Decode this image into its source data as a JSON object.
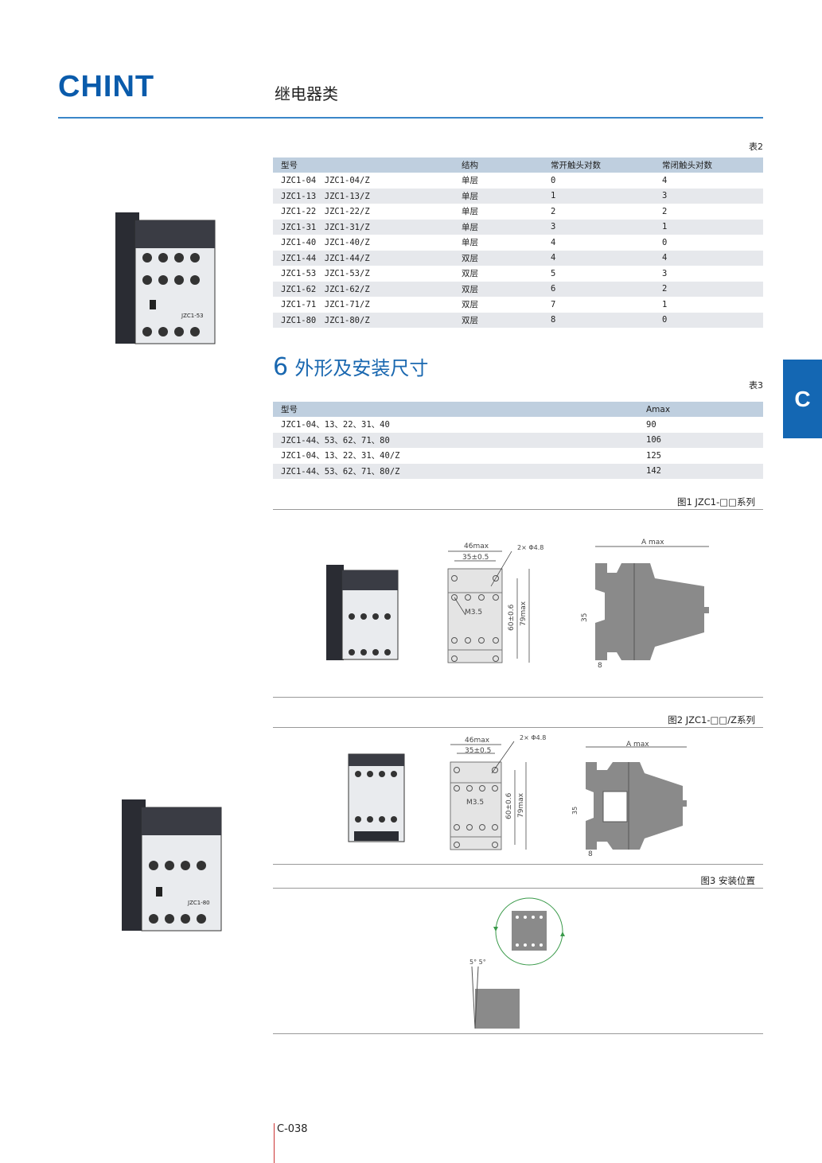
{
  "header": {
    "logo": "CHINT",
    "title": "继电器类"
  },
  "side_tab": "C",
  "table2": {
    "label": "表2",
    "headers": [
      "型号",
      "结构",
      "常开触头对数",
      "常闭触头对数"
    ],
    "rows": [
      [
        "JZC1-04　JZC1-04/Z",
        "单层",
        "0",
        "4"
      ],
      [
        "JZC1-13　JZC1-13/Z",
        "单层",
        "1",
        "3"
      ],
      [
        "JZC1-22　JZC1-22/Z",
        "单层",
        "2",
        "2"
      ],
      [
        "JZC1-31　JZC1-31/Z",
        "单层",
        "3",
        "1"
      ],
      [
        "JZC1-40　JZC1-40/Z",
        "单层",
        "4",
        "0"
      ],
      [
        "JZC1-44　JZC1-44/Z",
        "双层",
        "4",
        "4"
      ],
      [
        "JZC1-53　JZC1-53/Z",
        "双层",
        "5",
        "3"
      ],
      [
        "JZC1-62　JZC1-62/Z",
        "双层",
        "6",
        "2"
      ],
      [
        "JZC1-71　JZC1-71/Z",
        "双层",
        "7",
        "1"
      ],
      [
        "JZC1-80　JZC1-80/Z",
        "双层",
        "8",
        "0"
      ]
    ]
  },
  "section": {
    "num": "6",
    "title": "外形及安装尺寸"
  },
  "table3": {
    "label": "表3",
    "headers": [
      "型号",
      "Amax"
    ],
    "rows": [
      [
        "JZC1-04、13、22、31、40",
        "90"
      ],
      [
        "JZC1-44、53、62、71、80",
        "106"
      ],
      [
        "JZC1-04、13、22、31、40/Z",
        "125"
      ],
      [
        "JZC1-44、53、62、71、80/Z",
        "142"
      ]
    ]
  },
  "fig1": {
    "caption": "图1 JZC1-□□系列",
    "dims": {
      "w": "46max",
      "pitch": "35±0.5",
      "hole": "2× Φ4.8",
      "screw": "M3.5",
      "v": "60±0.6",
      "h": "79max",
      "a": "A max",
      "rail": "35",
      "off": "8"
    }
  },
  "fig2": {
    "caption": "图2 JZC1-□□/Z系列",
    "dims": {
      "w": "46max",
      "pitch": "35±0.5",
      "hole": "2× Φ4.8",
      "screw": "M3.5",
      "v": "60±0.6",
      "h": "79max",
      "a": "A max",
      "rail": "35",
      "off": "8"
    }
  },
  "fig3": {
    "caption": "图3 安装位置",
    "angle": "5° 5°"
  },
  "products": {
    "p1": "JZC1-53",
    "p2": "JZC1-80"
  },
  "page": "C-038"
}
